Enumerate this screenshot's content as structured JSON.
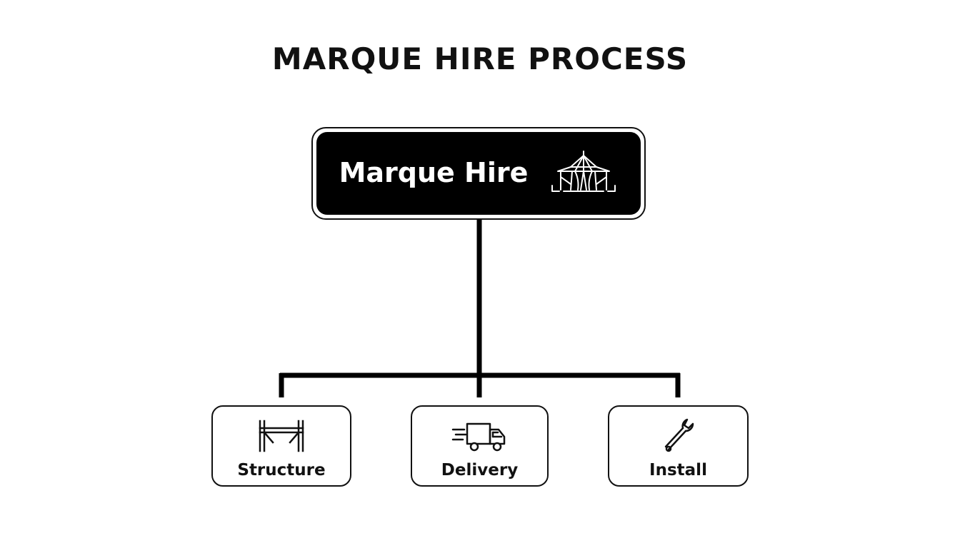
{
  "diagram": {
    "title": "MARQUE HIRE PROCESS",
    "root": {
      "label": "Marque Hire",
      "icon": "tent-icon"
    },
    "children": [
      {
        "label": "Structure",
        "icon": "scaffold-frame-icon"
      },
      {
        "label": "Delivery",
        "icon": "delivery-truck-icon"
      },
      {
        "label": "Install",
        "icon": "wrench-icon"
      }
    ],
    "colors": {
      "background": "#ffffff",
      "ink": "#111111",
      "root_fill": "#000000",
      "root_text": "#ffffff"
    }
  }
}
